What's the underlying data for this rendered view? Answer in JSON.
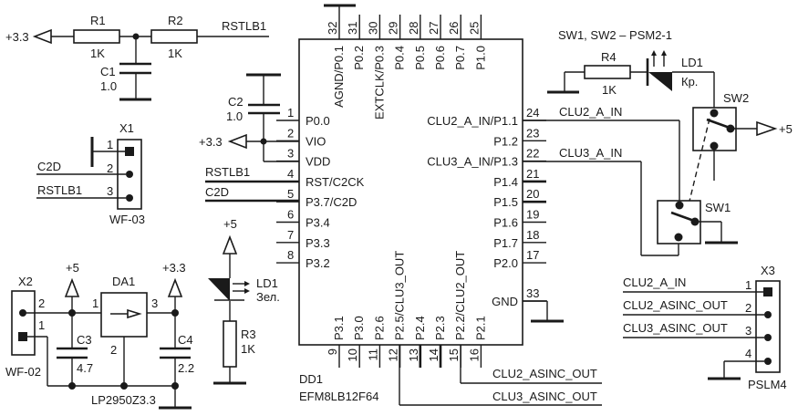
{
  "title": "EFM8LB12F64 CLU test board schematic",
  "power_labels": {
    "v33": "+3.3",
    "v5": "+5"
  },
  "components": {
    "R1": {
      "ref": "R1",
      "value": "1K"
    },
    "R2": {
      "ref": "R2",
      "value": "1K"
    },
    "R3": {
      "ref": "R3",
      "value": "1K"
    },
    "R4": {
      "ref": "R4",
      "value": "1K"
    },
    "C1": {
      "ref": "C1",
      "value": "1.0"
    },
    "C2": {
      "ref": "C2",
      "value": "1.0"
    },
    "C3": {
      "ref": "C3",
      "value": "4.7"
    },
    "C4": {
      "ref": "C4",
      "value": "2.2"
    },
    "DA1": {
      "ref": "DA1",
      "part": "LP2950Z3.3",
      "pins": [
        "1",
        "2",
        "3"
      ]
    },
    "LD1_green": {
      "ref": "LD1",
      "color": "Зел."
    },
    "LD1_red": {
      "ref": "LD1",
      "color": "Кр."
    },
    "SW1": {
      "ref": "SW1"
    },
    "SW2": {
      "ref": "SW2"
    },
    "switch_note": "SW1, SW2 – PSM2-1",
    "X1": {
      "ref": "X1",
      "part": "WF-03",
      "pins": [
        "1",
        "2",
        "3"
      ]
    },
    "X2": {
      "ref": "X2",
      "part": "WF-02",
      "pins": [
        "2",
        "1"
      ]
    },
    "X3": {
      "ref": "X3",
      "part": "PSLM4",
      "pins": [
        "1",
        "2",
        "3",
        "4"
      ]
    },
    "DD1": {
      "ref": "DD1",
      "part": "EFM8LB12F64"
    }
  },
  "nets": {
    "rstlb1": "RSTLB1",
    "c2d": "C2D",
    "clu2_a_in": "CLU2_A_IN",
    "clu3_a_in": "CLU3_A_IN",
    "clu2_async_out": "CLU2_ASINC_OUT",
    "clu3_async_out": "CLU3_ASINC_OUT"
  },
  "dd1_pins": {
    "left": [
      {
        "num": "1",
        "name": "P0.0"
      },
      {
        "num": "2",
        "name": "VIO"
      },
      {
        "num": "3",
        "name": "VDD"
      },
      {
        "num": "4",
        "name": "RST/C2CK"
      },
      {
        "num": "5",
        "name": "P3.7/C2D"
      },
      {
        "num": "6",
        "name": "P3.4"
      },
      {
        "num": "7",
        "name": "P3.3"
      },
      {
        "num": "8",
        "name": "P3.2"
      }
    ],
    "right": [
      {
        "num": "24",
        "name": "CLU2_A_IN/P1.1"
      },
      {
        "num": "23",
        "name": "P1.2"
      },
      {
        "num": "22",
        "name": "CLU3_A_IN/P1.3"
      },
      {
        "num": "21",
        "name": "P1.4"
      },
      {
        "num": "20",
        "name": "P1.5"
      },
      {
        "num": "19",
        "name": "P1.6"
      },
      {
        "num": "18",
        "name": "P1.7"
      },
      {
        "num": "17",
        "name": "P2.0"
      },
      {
        "num": "33",
        "name": "GND"
      }
    ],
    "top": [
      {
        "num": "32",
        "name": "AGND/P0.1"
      },
      {
        "num": "31",
        "name": "P0.2"
      },
      {
        "num": "30",
        "name": "EXTCLK/P0.3"
      },
      {
        "num": "29",
        "name": "P0.4"
      },
      {
        "num": "28",
        "name": "P0.5"
      },
      {
        "num": "27",
        "name": "P0.6"
      },
      {
        "num": "26",
        "name": "P0.7"
      },
      {
        "num": "25",
        "name": "P1.0"
      }
    ],
    "bottom": [
      {
        "num": "9",
        "name": "P3.1"
      },
      {
        "num": "10",
        "name": "P3.0"
      },
      {
        "num": "11",
        "name": "P2.6"
      },
      {
        "num": "12",
        "name": "P2.5/CLU3_OUT"
      },
      {
        "num": "13",
        "name": "P2.4"
      },
      {
        "num": "14",
        "name": "P2.3"
      },
      {
        "num": "15",
        "name": "P2.2/CLU2_OUT"
      },
      {
        "num": "16",
        "name": "P2.1"
      }
    ]
  }
}
